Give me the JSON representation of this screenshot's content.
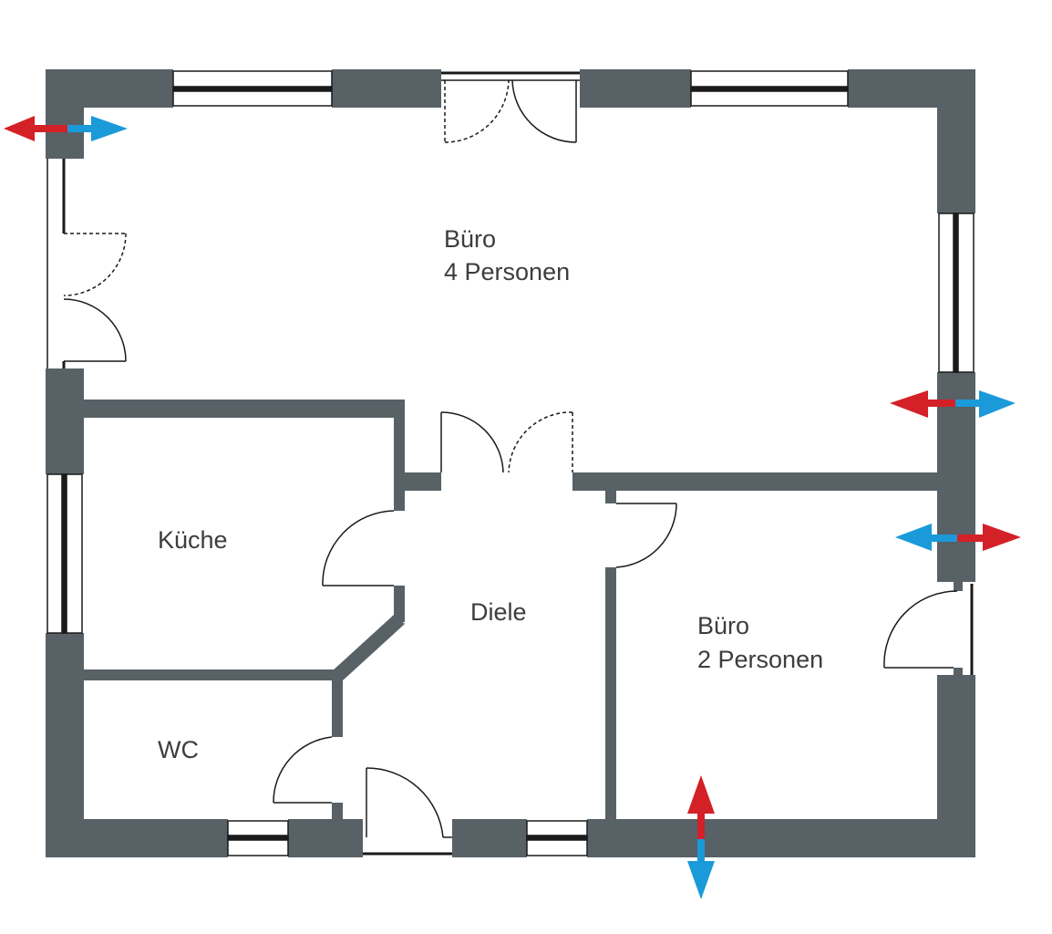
{
  "rooms": {
    "buero_gross": {
      "name": "Büro",
      "detail": "4 Personen"
    },
    "kueche": {
      "name": "Küche"
    },
    "wc": {
      "name": "WC"
    },
    "diele": {
      "name": "Diele"
    },
    "buero_klein": {
      "name": "Büro",
      "detail": "2 Personen"
    }
  },
  "colors": {
    "wall": "#586166",
    "line": "#1a1a1a",
    "exhaust_arrow": "#d42027",
    "supply_arrow": "#1a9ad9",
    "label": "#3d3d3d"
  },
  "icons": {
    "ventilation": "red-blue-double-arrow",
    "window": "double-line-window",
    "door": "arc-swing-door"
  }
}
